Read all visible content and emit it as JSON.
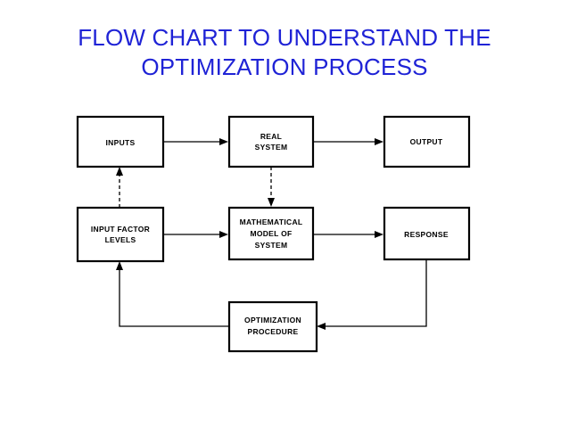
{
  "title": {
    "line1": "FLOW CHART TO UNDERSTAND THE",
    "line2": "OPTIMIZATION PROCESS",
    "color": "#1f23d6"
  },
  "boxes": {
    "inputs": [
      "INPUTS"
    ],
    "real_system": [
      "REAL",
      "SYSTEM"
    ],
    "output": [
      "OUTPUT"
    ],
    "input_factor_levels": [
      "INPUT FACTOR",
      "LEVELS"
    ],
    "mathematical_model": [
      "MATHEMATICAL",
      "MODEL OF",
      "SYSTEM"
    ],
    "response": [
      "RESPONSE"
    ],
    "optimization_procedure": [
      "OPTIMIZATION",
      "PROCEDURE"
    ]
  }
}
